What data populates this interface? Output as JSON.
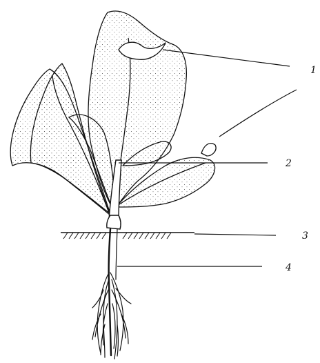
{
  "colors": {
    "ink": "#111111",
    "paper": "#ffffff",
    "stipple": "#555555"
  },
  "labels": [
    {
      "id": "label-1",
      "text": "1"
    },
    {
      "id": "label-2",
      "text": "2"
    },
    {
      "id": "label-3",
      "text": "3"
    },
    {
      "id": "label-4",
      "text": "4"
    }
  ]
}
